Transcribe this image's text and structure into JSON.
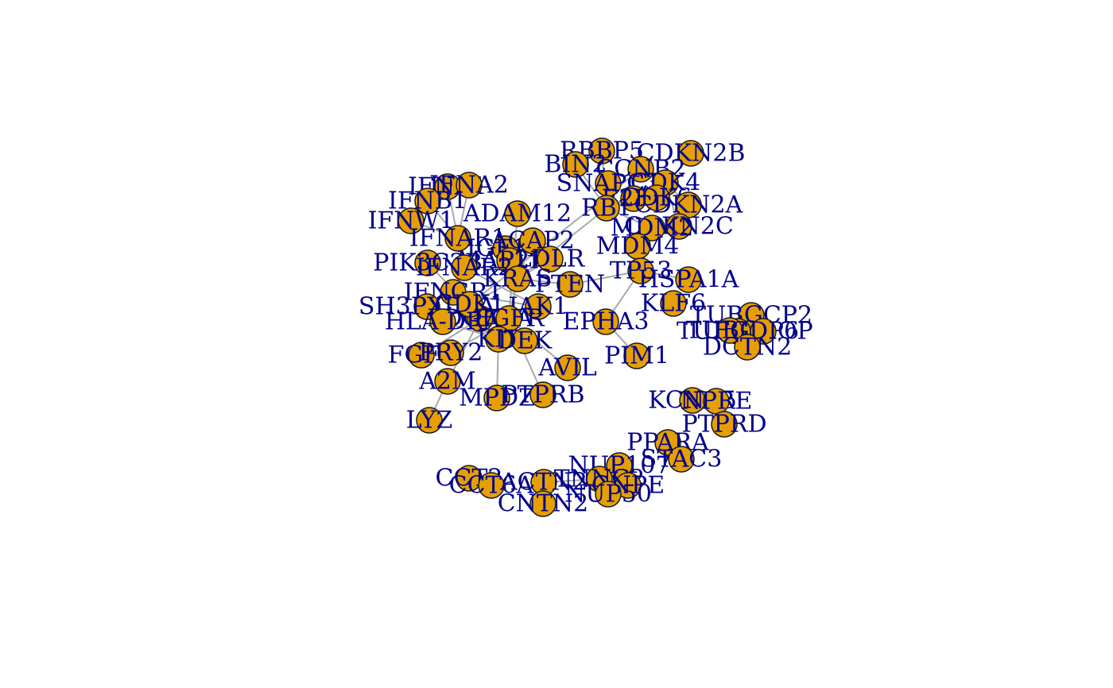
{
  "colors": {
    "background": "#ffffff",
    "node_fill": "#e69f00",
    "node_border": "#1a1a1a",
    "edge": "#a9a9a9",
    "label": "#00008b"
  },
  "nodes": [
    {
      "id": "RBBP5"
    },
    {
      "id": "CDKN2B"
    },
    {
      "id": "BIN2"
    },
    {
      "id": "CCNB2"
    },
    {
      "id": "SNAPC3"
    },
    {
      "id": "CDK4"
    },
    {
      "id": "IFNA1"
    },
    {
      "id": "IFNA2"
    },
    {
      "id": "IFNB1"
    },
    {
      "id": "E2F1"
    },
    {
      "id": "CDK6"
    },
    {
      "id": "CDKN2A"
    },
    {
      "id": "RB1"
    },
    {
      "id": "ADAM12"
    },
    {
      "id": "IFNW1"
    },
    {
      "id": "CDKN2C"
    },
    {
      "id": "MDM2"
    },
    {
      "id": "IFNAR1"
    },
    {
      "id": "IGF1R"
    },
    {
      "id": "ACAP2"
    },
    {
      "id": "MAP2K1"
    },
    {
      "id": "MDM4"
    },
    {
      "id": "LDLR"
    },
    {
      "id": "PIK3C2B"
    },
    {
      "id": "IFNAR2"
    },
    {
      "id": "TP53"
    },
    {
      "id": "PTEN"
    },
    {
      "id": "HSPA1A"
    },
    {
      "id": "IFNGR1"
    },
    {
      "id": "KRAS"
    },
    {
      "id": "JAK1"
    },
    {
      "id": "KLF6"
    },
    {
      "id": "SH3PXD2A"
    },
    {
      "id": "PDGFRA"
    },
    {
      "id": "CDK1"
    },
    {
      "id": "TUBGCP2"
    },
    {
      "id": "HLA-DRA"
    },
    {
      "id": "EPHA3"
    },
    {
      "id": "TUBGCP6"
    },
    {
      "id": "EGFR"
    },
    {
      "id": "KIT"
    },
    {
      "id": "TUBG1"
    },
    {
      "id": "FGDIOP"
    },
    {
      "id": "DCTN2"
    },
    {
      "id": "DEK"
    },
    {
      "id": "FGF2"
    },
    {
      "id": "PRY2"
    },
    {
      "id": "PIM1"
    },
    {
      "id": "AVIL"
    },
    {
      "id": "A2M"
    },
    {
      "id": "MPDZ"
    },
    {
      "id": "PTPRB"
    },
    {
      "id": "KCNA5"
    },
    {
      "id": "NPRE"
    },
    {
      "id": "LYZ"
    },
    {
      "id": "PTPRD"
    },
    {
      "id": "PPARA"
    },
    {
      "id": "STAC3"
    },
    {
      "id": "NUP107"
    },
    {
      "id": "CCT2"
    },
    {
      "id": "TNNC2"
    },
    {
      "id": "CCT6A"
    },
    {
      "id": "ACTN2"
    },
    {
      "id": "GNPE"
    },
    {
      "id": "NUP50"
    },
    {
      "id": "CNTN2"
    }
  ]
}
